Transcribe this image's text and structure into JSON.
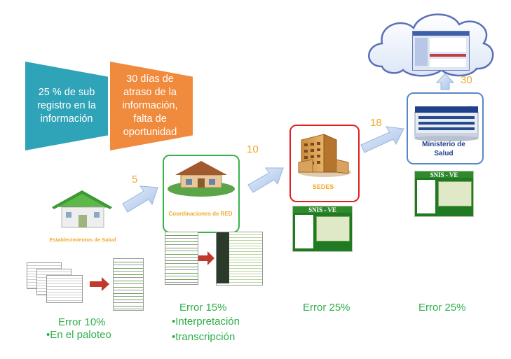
{
  "callouts": {
    "blue": "25 % de sub registro  en la información",
    "orange": "30 días de atraso de la información, falta de oportunidad"
  },
  "nodes": {
    "establecimientos": "Establecimientos de Salud",
    "coordinaciones": "Coordinaciones de RED",
    "sedes": "SEDES",
    "ministerio": "Ministerio de Salud"
  },
  "days": {
    "d1": "5",
    "d2": "10",
    "d3": "18",
    "d4": "30"
  },
  "screens": {
    "snis_title": "SNIS - VE"
  },
  "errors": {
    "e1": "Error  10%",
    "e1_b1": "•En el paloteo",
    "e2": "Error  15%",
    "e2_b1": "•Interpretación",
    "e2_b2": "•transcripción",
    "e3": "Error  25%",
    "e4": "Error  25%"
  },
  "colors": {
    "blue_callout": "#2fa3b8",
    "orange_callout": "#f08a3c",
    "number": "#f0a92c",
    "error_text": "#2eae4a",
    "flow_arrow": "#bcd3ee",
    "red_arrow": "#c0392b",
    "coord_frame": "#3bb34a",
    "sedes_frame": "#e02020",
    "ministerio_frame": "#5a86c6"
  }
}
